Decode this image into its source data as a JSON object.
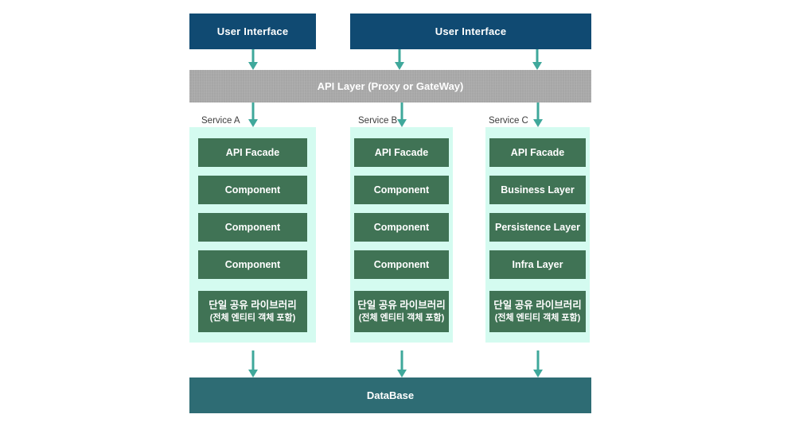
{
  "diagram": {
    "title": "Microservice layering architecture diagram",
    "colors": {
      "ui_box": "#104A72",
      "api_layer": "#ABABAB",
      "service_background": "#D4FBF0",
      "node": "#407355",
      "database": "#2E6C74",
      "arrow": "#3FA89B",
      "label_text": "#3C3C3C",
      "canvas": "#FFFFFF"
    },
    "top_boxes": [
      {
        "label": "User Interface"
      },
      {
        "label": "User Interface"
      }
    ],
    "api_layer": {
      "label": "API Layer (Proxy or GateWay)"
    },
    "services": [
      {
        "label": "Service A",
        "nodes": [
          {
            "label": "API Facade"
          },
          {
            "label": "Component"
          },
          {
            "label": "Component"
          },
          {
            "label": "Component"
          }
        ],
        "library": {
          "line1": "단일 공유 라이브러리",
          "line2": "(전체 엔티티 객체 포함)"
        }
      },
      {
        "label": "Service B",
        "nodes": [
          {
            "label": "API Facade"
          },
          {
            "label": "Component"
          },
          {
            "label": "Component"
          },
          {
            "label": "Component"
          }
        ],
        "library": {
          "line1": "단일 공유 라이브러리",
          "line2": "(전체 엔티티 객체 포함)"
        }
      },
      {
        "label": "Service C",
        "nodes": [
          {
            "label": "API Facade"
          },
          {
            "label": "Business Layer"
          },
          {
            "label": "Persistence Layer"
          },
          {
            "label": "Infra Layer"
          }
        ],
        "library": {
          "line1": "단일 공유 라이브러리",
          "line2": "(전체 엔티티 객체 포함)"
        }
      }
    ],
    "database": {
      "label": "DataBase"
    }
  }
}
